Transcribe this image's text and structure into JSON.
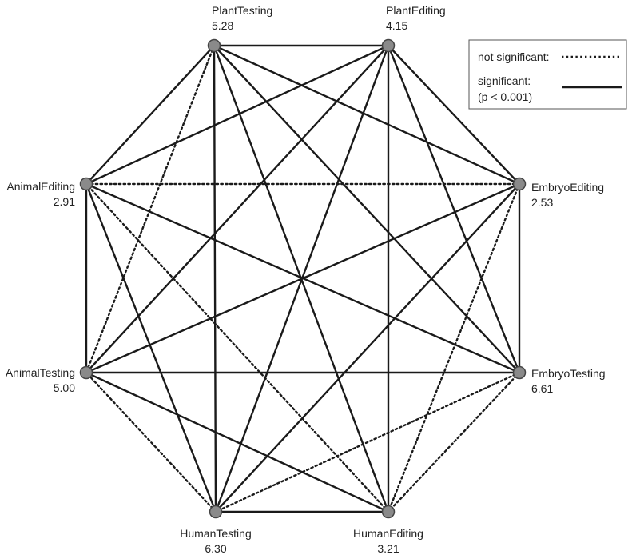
{
  "nodes": [
    {
      "id": "plant-testing",
      "label": "PlantTesting",
      "value": "5.28"
    },
    {
      "id": "plant-editing",
      "label": "PlantEditing",
      "value": "4.15"
    },
    {
      "id": "embryo-editing",
      "label": "EmbryoEditing",
      "value": "2.53"
    },
    {
      "id": "embryo-testing",
      "label": "EmbryoTesting",
      "value": "6.61"
    },
    {
      "id": "human-editing",
      "label": "HumanEditing",
      "value": "3.21"
    },
    {
      "id": "human-testing",
      "label": "HumanTesting",
      "value": "6.30"
    },
    {
      "id": "animal-testing",
      "label": "AnimalTesting",
      "value": "5.00"
    },
    {
      "id": "animal-editing",
      "label": "AnimalEditing",
      "value": "2.91"
    }
  ],
  "edges": [
    {
      "from": "plant-testing",
      "to": "plant-editing",
      "significant": true
    },
    {
      "from": "plant-testing",
      "to": "embryo-editing",
      "significant": true
    },
    {
      "from": "plant-testing",
      "to": "embryo-testing",
      "significant": true
    },
    {
      "from": "plant-testing",
      "to": "human-editing",
      "significant": true
    },
    {
      "from": "plant-testing",
      "to": "human-testing",
      "significant": true
    },
    {
      "from": "plant-testing",
      "to": "animal-testing",
      "significant": false
    },
    {
      "from": "plant-testing",
      "to": "animal-editing",
      "significant": true
    },
    {
      "from": "plant-editing",
      "to": "embryo-editing",
      "significant": true
    },
    {
      "from": "plant-editing",
      "to": "embryo-testing",
      "significant": true
    },
    {
      "from": "plant-editing",
      "to": "human-editing",
      "significant": true
    },
    {
      "from": "plant-editing",
      "to": "human-testing",
      "significant": true
    },
    {
      "from": "plant-editing",
      "to": "animal-testing",
      "significant": true
    },
    {
      "from": "plant-editing",
      "to": "animal-editing",
      "significant": true
    },
    {
      "from": "embryo-editing",
      "to": "embryo-testing",
      "significant": true
    },
    {
      "from": "embryo-editing",
      "to": "human-editing",
      "significant": false
    },
    {
      "from": "embryo-editing",
      "to": "human-testing",
      "significant": true
    },
    {
      "from": "embryo-editing",
      "to": "animal-testing",
      "significant": true
    },
    {
      "from": "embryo-editing",
      "to": "animal-editing",
      "significant": false
    },
    {
      "from": "embryo-testing",
      "to": "human-editing",
      "significant": false
    },
    {
      "from": "embryo-testing",
      "to": "human-testing",
      "significant": false
    },
    {
      "from": "embryo-testing",
      "to": "animal-testing",
      "significant": true
    },
    {
      "from": "embryo-testing",
      "to": "animal-editing",
      "significant": true
    },
    {
      "from": "human-editing",
      "to": "human-testing",
      "significant": true
    },
    {
      "from": "human-editing",
      "to": "animal-testing",
      "significant": true
    },
    {
      "from": "human-editing",
      "to": "animal-editing",
      "significant": false
    },
    {
      "from": "human-testing",
      "to": "animal-testing",
      "significant": false
    },
    {
      "from": "human-testing",
      "to": "animal-editing",
      "significant": true
    },
    {
      "from": "animal-testing",
      "to": "animal-editing",
      "significant": true
    }
  ],
  "legend": {
    "not_significant_label": "not significant:",
    "significant_label": "significant:",
    "significant_note": "(p < 0.001)"
  },
  "colors": {
    "line": "#1a1a1a",
    "node_fill": "#8a8a8a",
    "node_stroke": "#444444",
    "text": "#222222"
  }
}
